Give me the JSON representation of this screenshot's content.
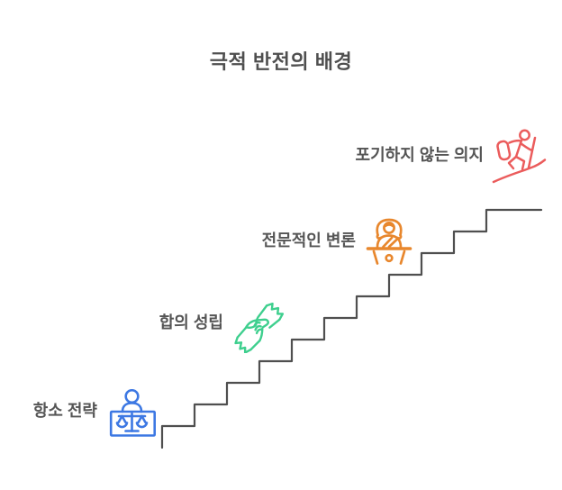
{
  "title": "극적 반전의 배경",
  "colors": {
    "background": "#ffffff",
    "title_text": "#4f4f4f",
    "label_text": "#555555",
    "staircase": "#4f4f4f"
  },
  "staircase": {
    "steps_count": 11,
    "direction": "ascending-left-to-right"
  },
  "steps": [
    {
      "label": "항소 전략",
      "icon": "judge-desk-scales-icon",
      "color": "#3d78e3"
    },
    {
      "label": "합의 성립",
      "icon": "handshake-icon",
      "color": "#3ecf8e"
    },
    {
      "label": "전문적인 변론",
      "icon": "speaker-podium-icon",
      "color": "#e8872d"
    },
    {
      "label": "포기하지 않는 의지",
      "icon": "climbing-hiker-icon",
      "color": "#eb5c5c"
    }
  ]
}
